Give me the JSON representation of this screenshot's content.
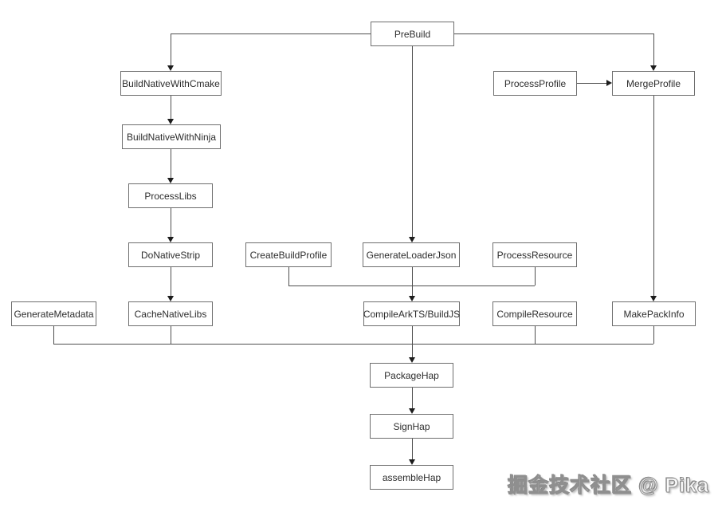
{
  "diagram": {
    "nodes": {
      "prebuild": {
        "label": "PreBuild"
      },
      "build_native_with_cmake": {
        "label": "BuildNativeWithCmake"
      },
      "build_native_with_ninja": {
        "label": "BuildNativeWithNinja"
      },
      "process_libs": {
        "label": "ProcessLibs"
      },
      "do_native_strip": {
        "label": "DoNativeStrip"
      },
      "generate_metadata": {
        "label": "GenerateMetadata"
      },
      "cache_native_libs": {
        "label": "CacheNativeLibs"
      },
      "create_build_profile": {
        "label": "CreateBuildProfile"
      },
      "generate_loader_json": {
        "label": "GenerateLoaderJson"
      },
      "process_resource": {
        "label": "ProcessResource"
      },
      "process_profile": {
        "label": "ProcessProfile"
      },
      "merge_profile": {
        "label": "MergeProfile"
      },
      "compile_arkts_buildjs": {
        "label": "CompileArkTS/BuildJS"
      },
      "compile_resource": {
        "label": "CompileResource"
      },
      "make_pack_info": {
        "label": "MakePackInfo"
      },
      "package_hap": {
        "label": "PackageHap"
      },
      "sign_hap": {
        "label": "SignHap"
      },
      "assemble_hap": {
        "label": "assembleHap"
      }
    },
    "edges": [
      {
        "from": "PreBuild",
        "to": "BuildNativeWithCmake"
      },
      {
        "from": "PreBuild",
        "to": "GenerateLoaderJson"
      },
      {
        "from": "PreBuild",
        "to": "MergeProfile"
      },
      {
        "from": "BuildNativeWithCmake",
        "to": "BuildNativeWithNinja"
      },
      {
        "from": "BuildNativeWithNinja",
        "to": "ProcessLibs"
      },
      {
        "from": "ProcessLibs",
        "to": "DoNativeStrip"
      },
      {
        "from": "DoNativeStrip",
        "to": "CacheNativeLibs"
      },
      {
        "from": "ProcessProfile",
        "to": "MergeProfile"
      },
      {
        "from": "MergeProfile",
        "to": "MakePackInfo"
      },
      {
        "from": "CreateBuildProfile",
        "to": "CompileArkTS/BuildJS"
      },
      {
        "from": "GenerateLoaderJson",
        "to": "CompileArkTS/BuildJS"
      },
      {
        "from": "ProcessResource",
        "to": "CompileArkTS/BuildJS"
      },
      {
        "from": "GenerateMetadata",
        "to": "PackageHap"
      },
      {
        "from": "CacheNativeLibs",
        "to": "PackageHap"
      },
      {
        "from": "CompileArkTS/BuildJS",
        "to": "PackageHap"
      },
      {
        "from": "CompileResource",
        "to": "PackageHap"
      },
      {
        "from": "MakePackInfo",
        "to": "PackageHap"
      },
      {
        "from": "PackageHap",
        "to": "SignHap"
      },
      {
        "from": "SignHap",
        "to": "assembleHap"
      }
    ],
    "watermark": "掘金技术社区 @ Pika",
    "colors": {
      "background": "#ffffff",
      "box_border": "#6e6e6e",
      "line": "#4f4f4f",
      "text": "#2d2d2d"
    }
  }
}
